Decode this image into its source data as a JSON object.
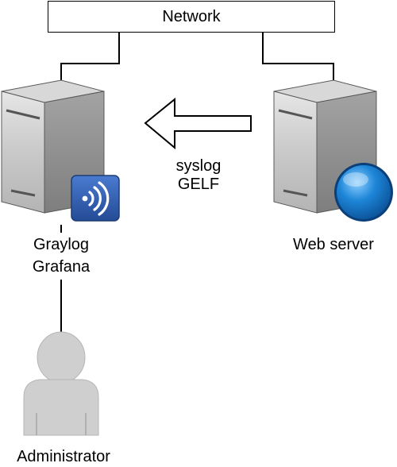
{
  "network": {
    "label": "Network"
  },
  "nodes": {
    "log_server": {
      "line1": "Graylog",
      "line2": "Grafana",
      "badge_icon": "wireless-signal-icon"
    },
    "web_server": {
      "label": "Web server",
      "badge_icon": "globe-icon"
    },
    "administrator": {
      "label": "Administrator",
      "icon": "user-icon"
    }
  },
  "flow": {
    "line1": "syslog",
    "line2": "GELF",
    "direction": "web server to log server"
  },
  "colors": {
    "server_body": "#c0c0c0",
    "server_dark": "#8c8c8c",
    "badge_blue": "#2f5ba8",
    "globe_blue": "#1b78c9",
    "person_gray": "#cfcfcf"
  }
}
